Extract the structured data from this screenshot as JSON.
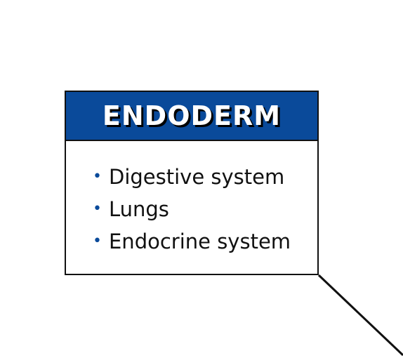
{
  "callout": {
    "title": "ENDODERM",
    "items": [
      "Digestive system",
      "Lungs",
      "Endocrine system"
    ],
    "bullet_glyph": "•",
    "colors": {
      "header": "#0a4a9a",
      "bullet": "#0a4a9a",
      "border": "#111111",
      "text": "#111111"
    }
  }
}
